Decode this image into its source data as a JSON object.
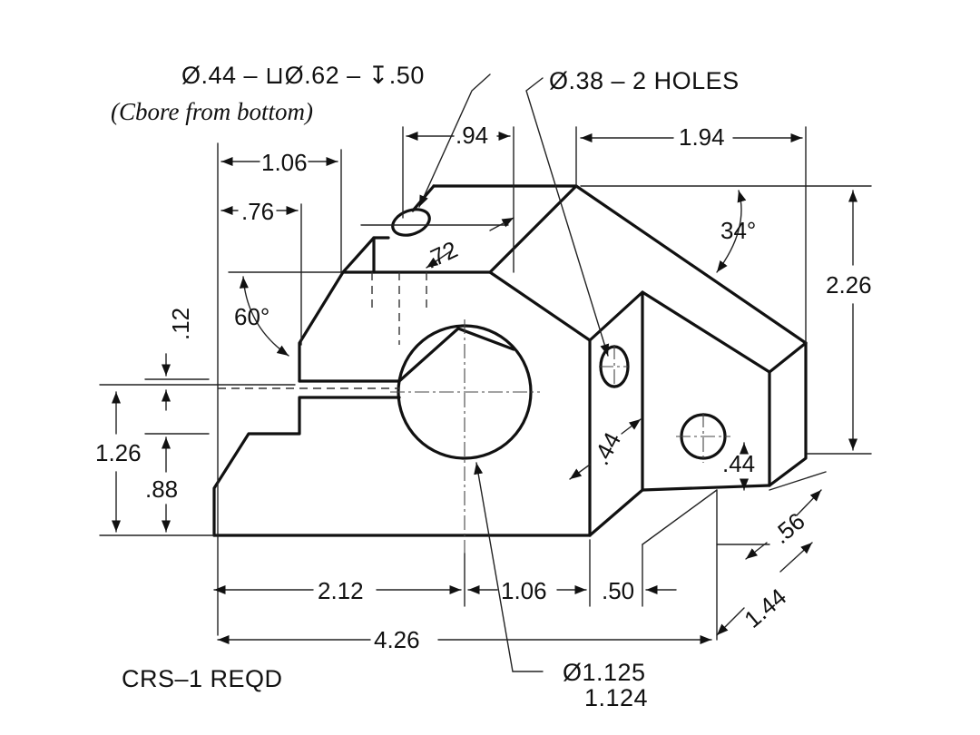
{
  "callouts": {
    "counterbore": "Ø.44 – ⊔Ø.62 – ↧.50",
    "counterbore_note": "(Cbore from bottom)",
    "holes": "Ø.38 – 2 HOLES",
    "bore_upper": "Ø1.125",
    "bore_lower": "1.124"
  },
  "dimensions": {
    "d_094": ".94",
    "d_194": "1.94",
    "d_106_top": "1.06",
    "d_076": ".76",
    "d_072": ".72",
    "d_034deg": "34°",
    "d_226": "2.26",
    "d_060deg": "60°",
    "d_012": ".12",
    "d_126": "1.26",
    "d_088": ".88",
    "d_044_left": ".44",
    "d_044_right": ".44",
    "d_056": ".56",
    "d_144": "1.44",
    "d_212": "2.12",
    "d_106_bottom": "1.06",
    "d_050": ".50",
    "d_426": "4.26"
  },
  "title_block": {
    "material": "CRS–1 REQD"
  }
}
